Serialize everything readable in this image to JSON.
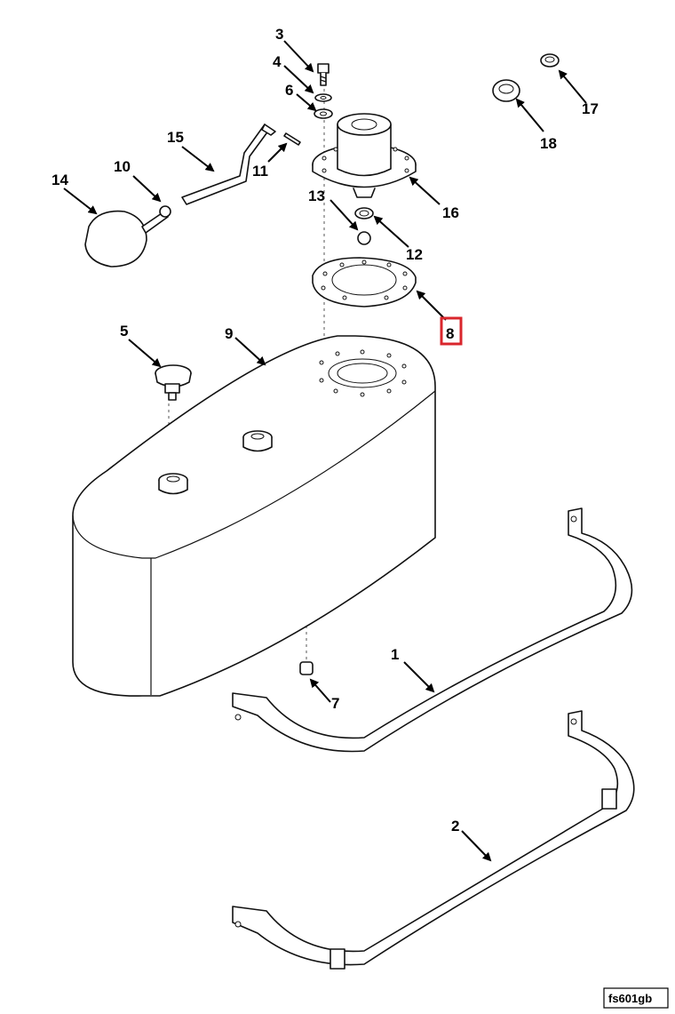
{
  "figure_ref": "fs601gb",
  "highlight_color": "#d9262c",
  "highlighted_callout": "8",
  "callouts": {
    "c1": "1",
    "c2": "2",
    "c3": "3",
    "c4": "4",
    "c5": "5",
    "c6": "6",
    "c7": "7",
    "c8": "8",
    "c9": "9",
    "c10": "10",
    "c11": "11",
    "c12": "12",
    "c13": "13",
    "c14": "14",
    "c15": "15",
    "c16": "16",
    "c17": "17",
    "c18": "18"
  }
}
